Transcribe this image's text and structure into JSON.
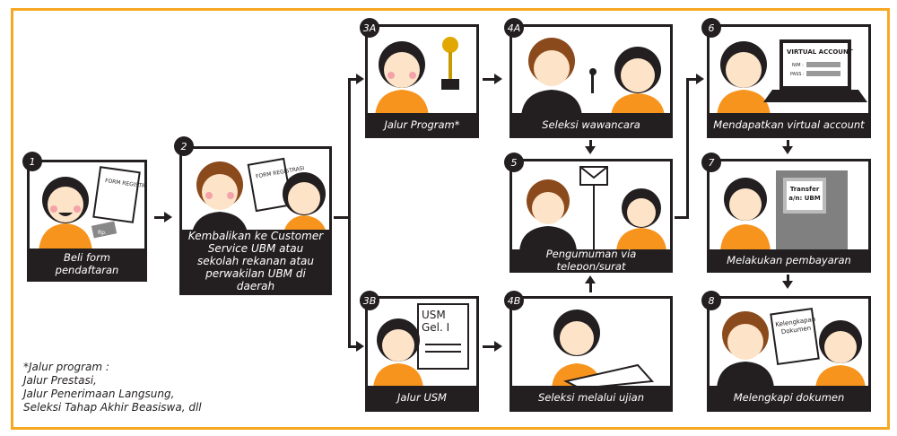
{
  "steps": [
    {
      "id": "1",
      "caption": "Beli form pendaftaran",
      "doc": "FORM REGISTRASI",
      "money": "Rp."
    },
    {
      "id": "2",
      "caption": "Kembalikan ke Customer Service UBM atau sekolah rekanan atau perwakilan UBM di daerah",
      "doc": "FORM REGISTRASI"
    },
    {
      "id": "3A",
      "caption": "Jalur Program*"
    },
    {
      "id": "4A",
      "caption": "Seleksi wawancara"
    },
    {
      "id": "5",
      "caption": "Pengumuman via telepon/surat"
    },
    {
      "id": "3B",
      "caption": "Jalur USM",
      "doc": "USM Gel. I"
    },
    {
      "id": "4B",
      "caption": "Seleksi melalui ujian"
    },
    {
      "id": "6",
      "caption": "Mendapatkan virtual account",
      "screen_title": "VIRTUAL ACCOUNT",
      "nim": "NIM :",
      "pass": "PASS :"
    },
    {
      "id": "7",
      "caption": "Melakukan pembayaran",
      "atm_text": "Transfer a/n: UBM"
    },
    {
      "id": "8",
      "caption": "Melengkapi dokumen",
      "doc": "Kelengkapan Dokumen"
    }
  ],
  "note": [
    "*Jalur program :",
    "Jalur Prestasi,",
    "Jalur Penerimaan Langsung,",
    "Seleksi Tahap Akhir Beasiswa, dll"
  ],
  "colors": {
    "border": "#f7a823",
    "dark": "#231f20",
    "shirt": "#f7941d",
    "skin": "#fde3c8"
  }
}
